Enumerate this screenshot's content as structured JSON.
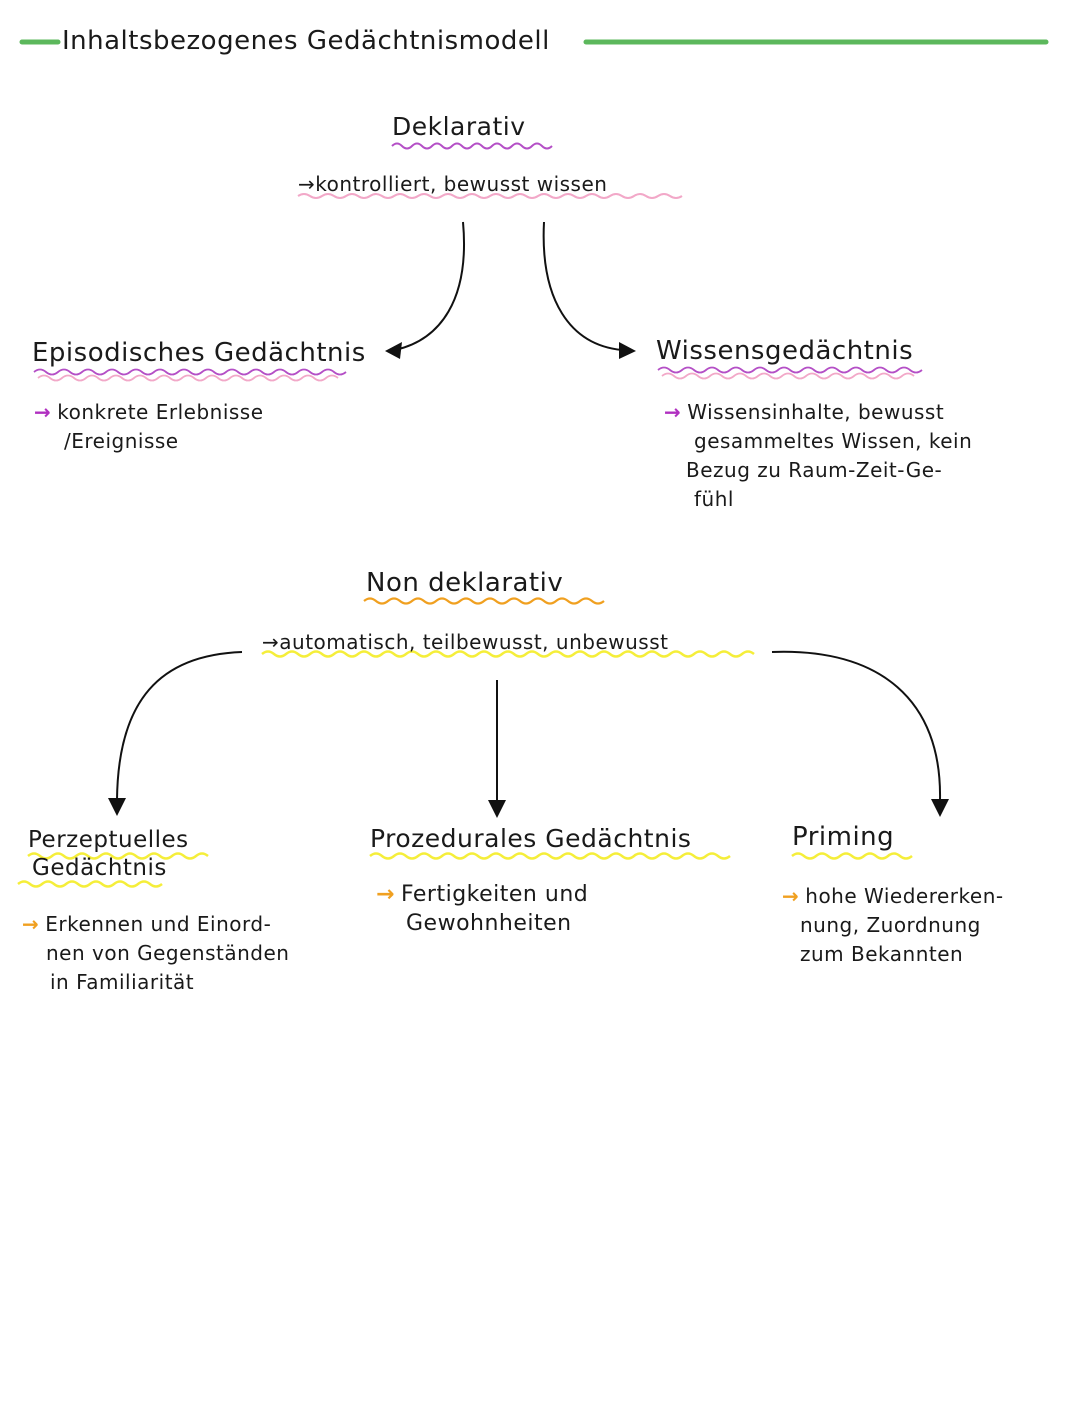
{
  "colors": {
    "title_bar": "#5cb85c",
    "wavy_purple": "#b44fc6",
    "wavy_pink": "#f2a8c8",
    "wavy_yellow": "#f5ee3a",
    "wavy_orange": "#f0a020",
    "bullet_arrow_purple": "#b030c0",
    "bullet_arrow_orange": "#f0a020"
  },
  "title": "Inhaltsbezogenes Gedächtnismodell",
  "declarative": {
    "heading": "Deklarativ",
    "subtitle": "→kontrolliert, bewusst wissen",
    "episodic": {
      "heading": "Episodisches Gedächtnis",
      "bullet_arrow": "→",
      "lines": [
        "konkrete Erlebnisse",
        "/Ereignisse"
      ]
    },
    "semantic": {
      "heading": "Wissensgedächtnis",
      "bullet_arrow": "→",
      "lines": [
        "Wissensinhalte, bewusst",
        "gesammeltes Wissen, kein",
        "Bezug zu Raum-Zeit-Ge-",
        "fühl"
      ]
    }
  },
  "nondeclarative": {
    "heading": "Non deklarativ",
    "subtitle": "→automatisch, teilbewusst, unbewusst",
    "perceptual": {
      "heading_lines": [
        "Perzeptuelles",
        "Gedächtnis"
      ],
      "bullet_arrow": "→",
      "lines": [
        "Erkennen und Einord-",
        "nen von Gegenständen",
        "in Familiarität"
      ]
    },
    "procedural": {
      "heading": "Prozedurales Gedächtnis",
      "bullet_arrow": "→",
      "lines": [
        "Fertigkeiten und",
        "Gewohnheiten"
      ]
    },
    "priming": {
      "heading": "Priming",
      "bullet_arrow": "→",
      "lines": [
        "hohe Wiedererken-",
        "nung, Zuordnung",
        "zum Bekannten"
      ]
    }
  }
}
